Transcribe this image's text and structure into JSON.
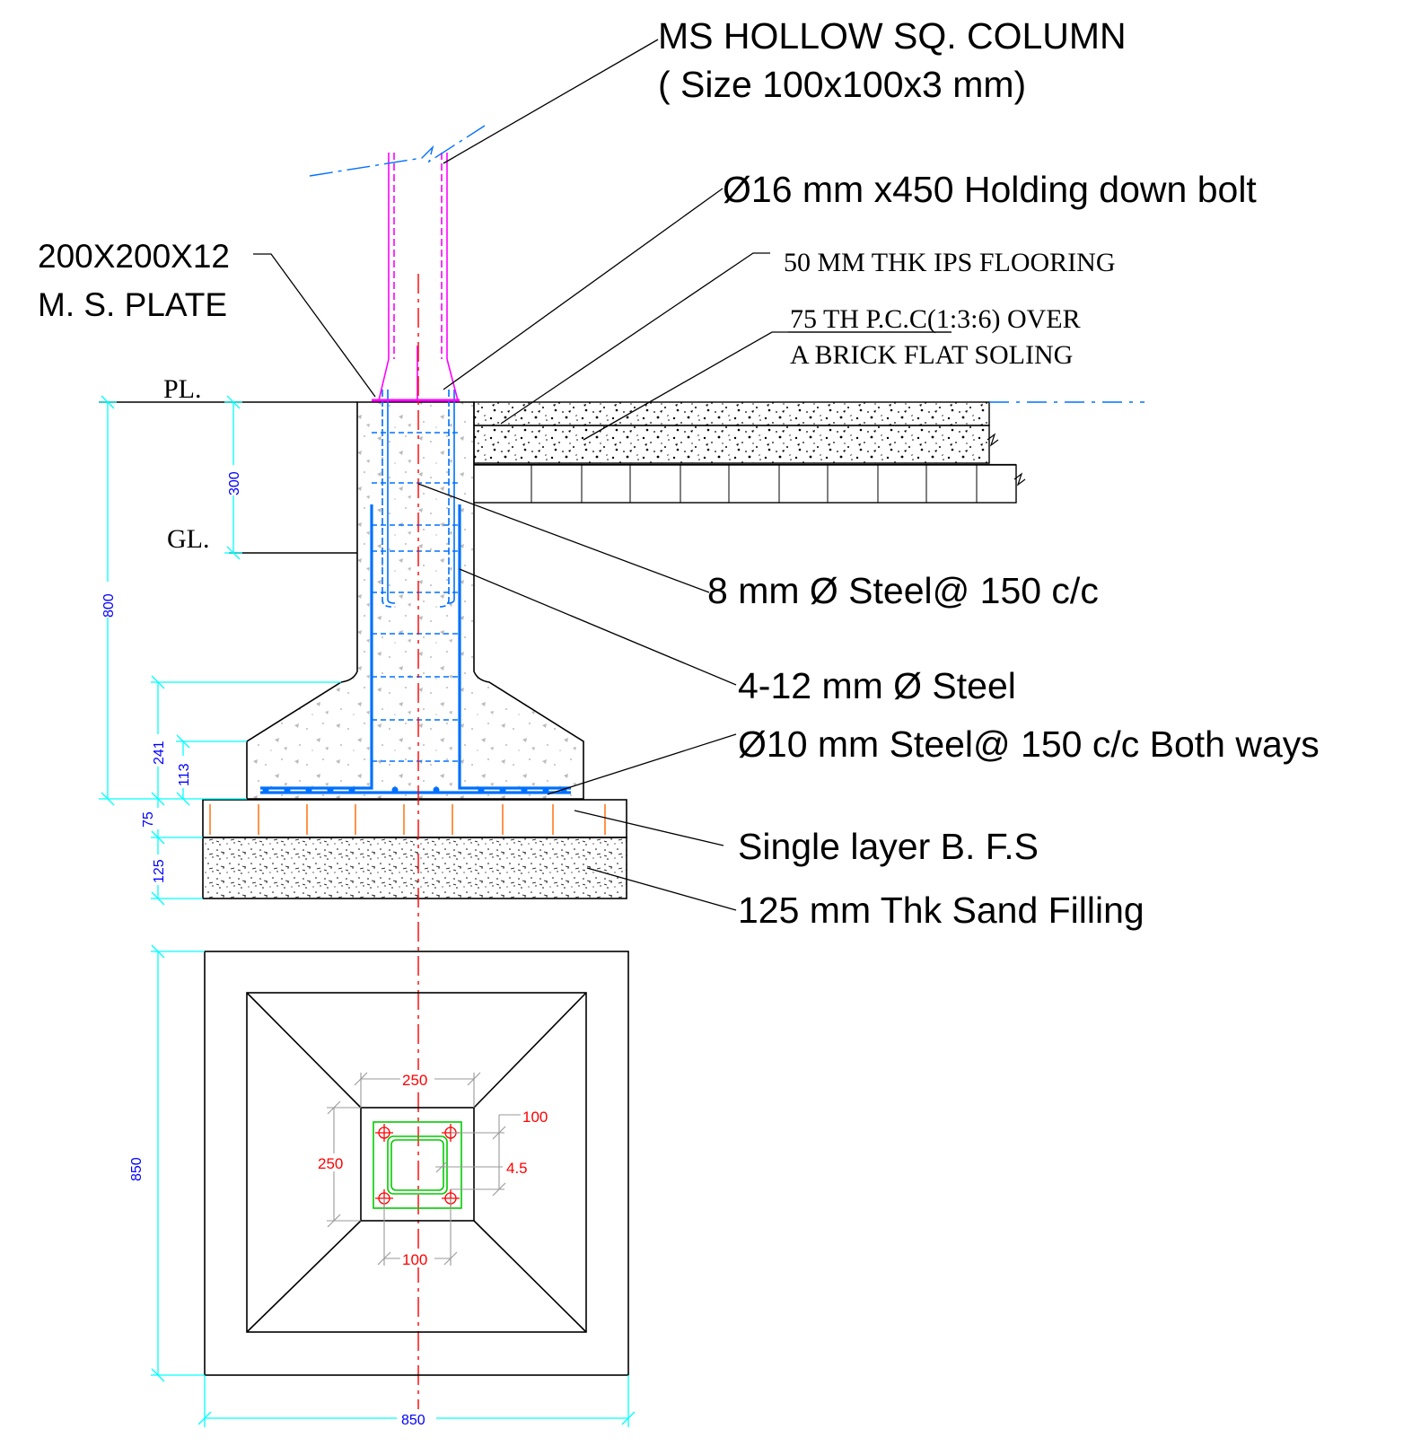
{
  "labels": {
    "column_title": "MS HOLLOW SQ. COLUMN",
    "column_size": "( Size 100x100x3 mm)",
    "bolt": "Ø16 mm x450 Holding down bolt",
    "plate_line1": "200X200X12",
    "plate_line2": "M. S. PLATE",
    "flooring": "50 MM THK IPS FLOORING",
    "pcc_line1": "75 TH P.C.C(1:3:6) OVER",
    "pcc_line2": "A BRICK FLAT SOLING",
    "pl": "PL.",
    "gl": "GL.",
    "stirrup": "8 mm Ø  Steel@ 150 c/c",
    "main_bars": "4-12 mm Ø Steel",
    "base_bars": "Ø10 mm Steel@ 150 c/c Both ways",
    "bfs": "Single layer B. F.S",
    "sand": "125 mm Thk Sand Filling"
  },
  "dims": {
    "d300": "300",
    "d800": "800",
    "d241": "241",
    "d113": "113",
    "d75": "75",
    "d125": "125",
    "d850_v": "850",
    "d850_h": "850",
    "d250_top": "250",
    "d250_left": "250",
    "d100_right": "100",
    "d4_5": "4.5",
    "d100_bottom": "100"
  },
  "colors": {
    "column": "#ff00ff",
    "rebar": "#0070ff",
    "center_line": "#ff0000",
    "dimension": "#00ffff",
    "plan_column": "#00cc00",
    "line": "#000000"
  }
}
